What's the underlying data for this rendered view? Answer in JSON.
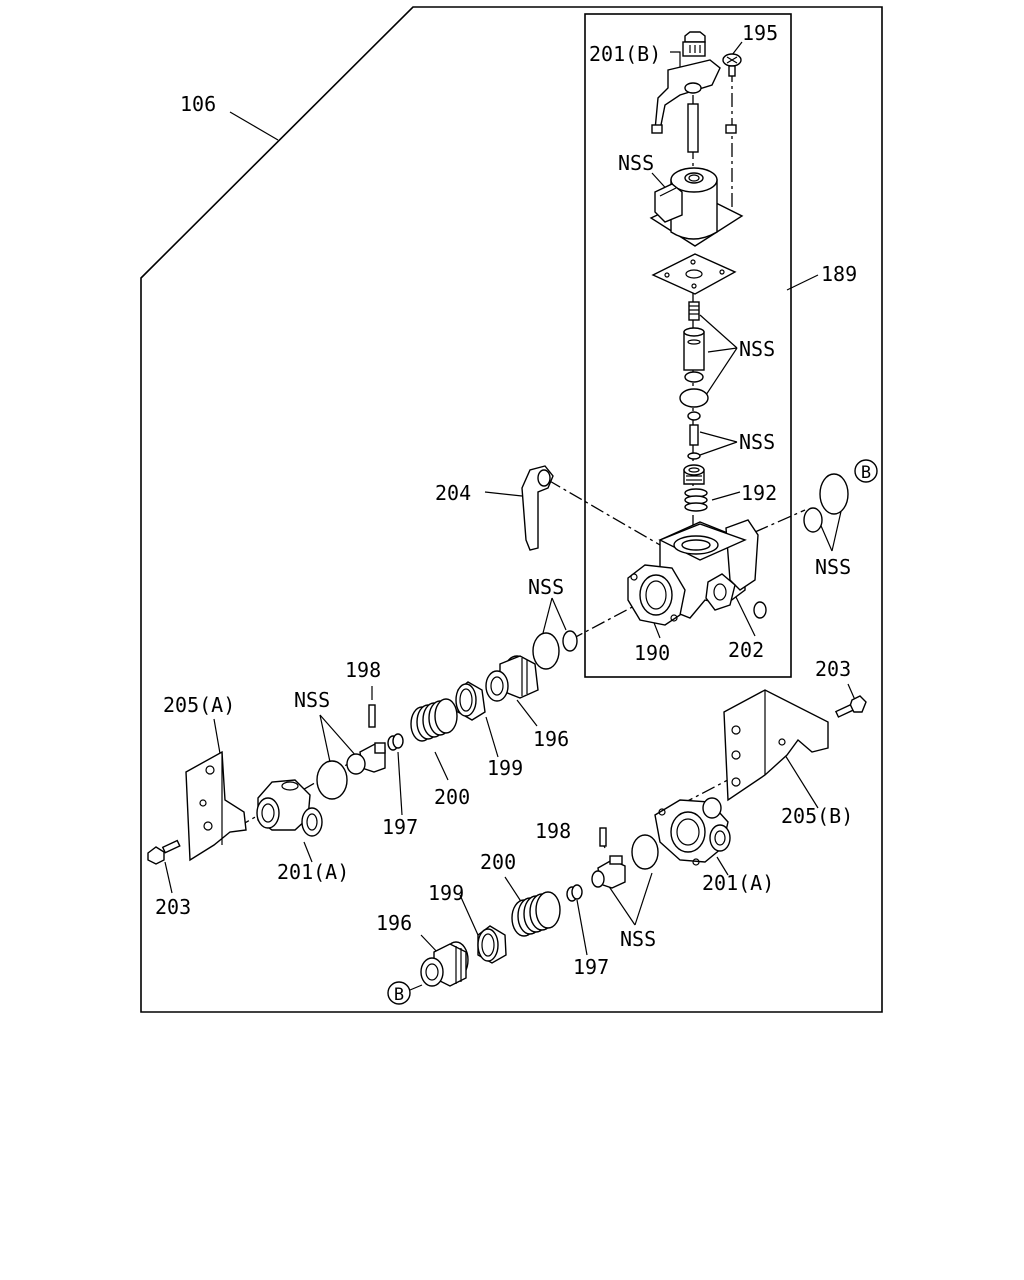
{
  "diagram": {
    "labels": {
      "l106": "106",
      "l195": "195",
      "l201b": "201(B)",
      "nss_a": "NSS",
      "l189": "189",
      "nss_b": "NSS",
      "nss_c": "NSS",
      "l192": "192",
      "l204": "204",
      "nss_d": "NSS",
      "nss_e": "NSS",
      "l190": "190",
      "l202": "202",
      "l198a": "198",
      "l205a": "205(A)",
      "nss_f": "NSS",
      "l196a": "196",
      "l199a": "199",
      "l200a": "200",
      "l197a": "197",
      "l201a_left": "201(A)",
      "l203a": "203",
      "l203b": "203",
      "l205b": "205(B)",
      "l198b": "198",
      "l200b": "200",
      "l199b": "199",
      "l196b": "196",
      "l201a_right": "201(A)",
      "nss_g": "NSS",
      "l197b": "197",
      "ref_b1": "B",
      "ref_b2": "B"
    }
  }
}
